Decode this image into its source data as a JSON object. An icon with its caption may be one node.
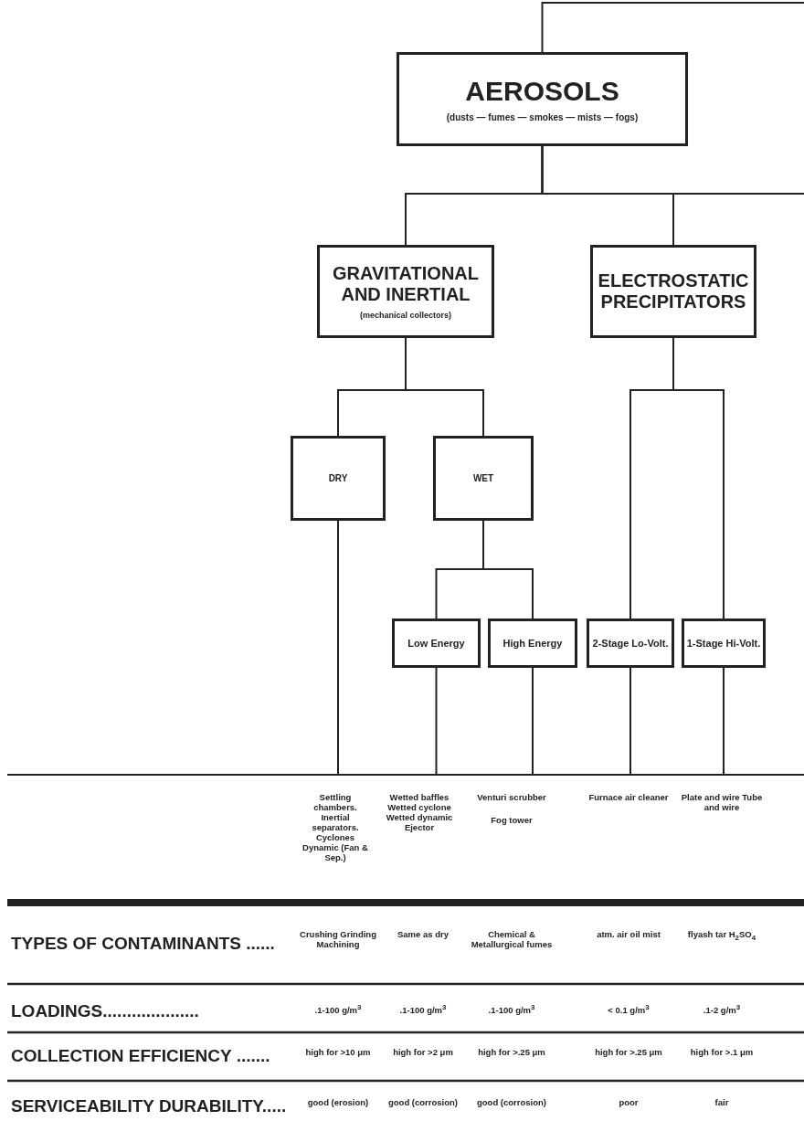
{
  "diagram": {
    "nodes": [
      {
        "text": [
          "AEROSOLS",
          "(dusts — fumes — smokes — mists — fogs)"
        ]
      },
      {
        "text": [
          "GRAVITATIONAL AND INERTIAL",
          "(mechanical collectors)"
        ]
      },
      {
        "text": [
          "ELECTROSTATIC PRECIPITATORS"
        ]
      },
      {
        "text": [
          "DRY"
        ]
      },
      {
        "text": [
          "WET"
        ]
      },
      {
        "text": [
          "Low Energy"
        ]
      },
      {
        "text": [
          "High Energy"
        ]
      },
      {
        "text": [
          "2-Stage Lo-Volt."
        ]
      },
      {
        "text": [
          "1-Stage Hi-Volt."
        ]
      },
      {
        "text": [
          "Settling chambers. Inertial separators. Cyclones Dynamic (Fan & Sep.)"
        ]
      },
      {
        "text": [
          "Wetted baffles Wetted cyclone Wetted dynamic Ejector"
        ]
      },
      {
        "text": [
          "Venturi scrubber",
          "Fog tower"
        ]
      },
      {
        "text": [
          "Furnace air cleaner"
        ]
      },
      {
        "text": [
          "Plate and wire Tube and wire"
        ]
      }
    ],
    "edges": [
      {
        "from": null,
        "to": 0,
        "arrow": "none"
      },
      {
        "from": 0,
        "to": 1,
        "arrow": "none"
      },
      {
        "from": 0,
        "to": 2,
        "arrow": "none"
      },
      {
        "from": 0,
        "to": null,
        "arrow": "none"
      },
      {
        "from": 1,
        "to": 3,
        "arrow": "none"
      },
      {
        "from": 1,
        "to": 4,
        "arrow": "none"
      },
      {
        "from": 4,
        "to": 5,
        "arrow": "none"
      },
      {
        "from": 4,
        "to": 6,
        "arrow": "none"
      },
      {
        "from": 2,
        "to": 7,
        "arrow": "none"
      },
      {
        "from": 2,
        "to": 8,
        "arrow": "none"
      },
      {
        "from": 3,
        "to": 9,
        "arrow": "none"
      },
      {
        "from": 5,
        "to": 10,
        "arrow": "none"
      },
      {
        "from": 6,
        "to": 11,
        "arrow": "none"
      },
      {
        "from": 7,
        "to": 12,
        "arrow": "none"
      },
      {
        "from": 8,
        "to": 13,
        "arrow": "none"
      }
    ],
    "labels": [
      "TYPES OF CONTAMINANTS ......",
      "Crushing Grinding Machining",
      "Same as dry",
      "Chemical & Metallurgical fumes",
      "atm. air oil mist",
      "flyash tar H$_{2}$SO$_{4}$",
      "LOADINGS....................",
      ".1-100 g/m$^{3}$",
      ".1-100 g/m$^{3}$",
      ".1-100 g/m$^{3}$",
      "< 0.1 g/m$^{3}$",
      ".1-2 g/m$^{3}$",
      "COLLECTION EFFICIENCY .......",
      "high for >10 μm",
      "high for >2 μm",
      "high for >.25 μm",
      "high for >.25 μm",
      "high for >.1 μm",
      "SERVICEABILITY DURABILITY.....",
      "good (erosion)",
      "good (corrosion)",
      "good (corrosion)",
      "poor",
      "fair"
    ]
  }
}
